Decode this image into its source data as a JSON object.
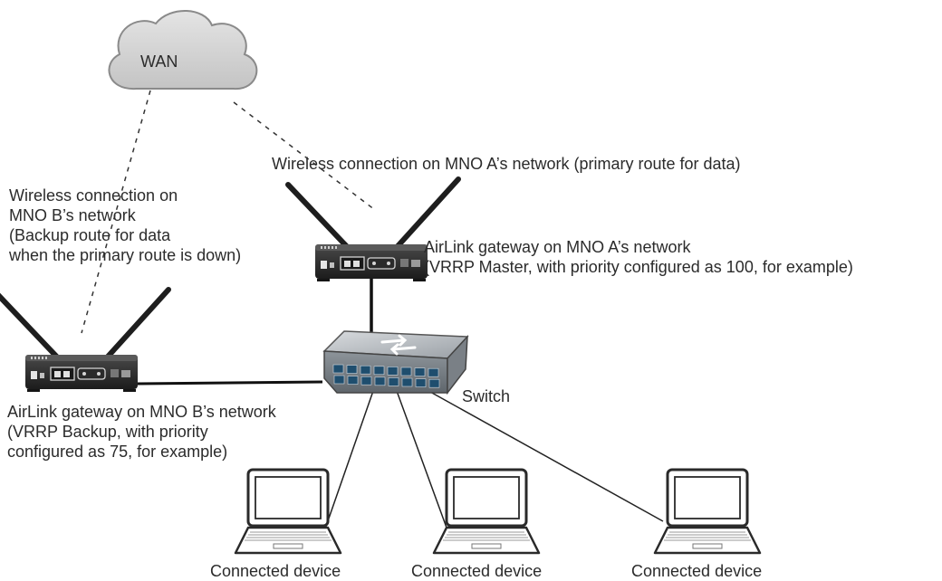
{
  "wan": {
    "label": "WAN"
  },
  "links": {
    "mno_a": "Wireless connection on MNO A’s network (primary route for data)",
    "mno_b": [
      "Wireless connection on",
      "MNO B’s network",
      "(Backup route for data",
      "when the primary route is down)"
    ]
  },
  "gateway_a": {
    "lines": [
      "AirLink gateway on MNO A’s network",
      "(VRRP Master, with priority configured as 100, for example)"
    ]
  },
  "gateway_b": {
    "lines": [
      "AirLink gateway on MNO B’s network",
      "(VRRP Backup, with priority",
      "configured as 75, for example)"
    ]
  },
  "switch": {
    "label": "Switch"
  },
  "devices": [
    {
      "label": "Connected device"
    },
    {
      "label": "Connected device"
    },
    {
      "label": "Connected device"
    }
  ]
}
